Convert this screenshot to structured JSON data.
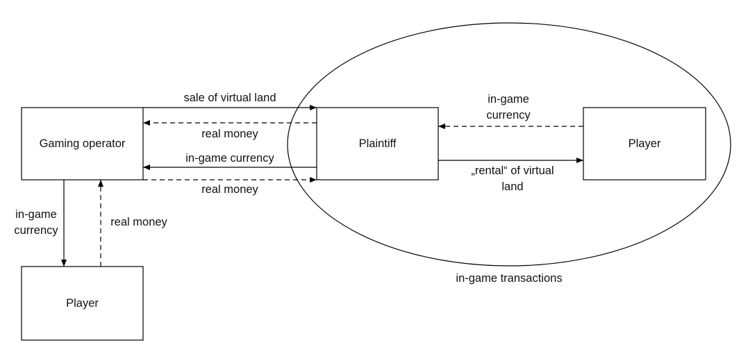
{
  "nodes": {
    "gaming_operator": "Gaming operator",
    "plaintiff": "Plaintiff",
    "player_right": "Player",
    "player_bottom": "Player"
  },
  "edges": {
    "sale_of_virtual_land": "sale of virtual land",
    "real_money_1": "real money",
    "in_game_currency_1": "in-game currency",
    "real_money_2": "real money",
    "in_game_currency_right_line1": "in-game",
    "in_game_currency_right_line2": "currency",
    "rental_line1": "„rental“ of virtual",
    "rental_line2": "land",
    "in_game_currency_left_line1": "in-game",
    "in_game_currency_left_line2": "currency",
    "real_money_vertical": "real money"
  },
  "group": {
    "label": "in-game transactions"
  }
}
